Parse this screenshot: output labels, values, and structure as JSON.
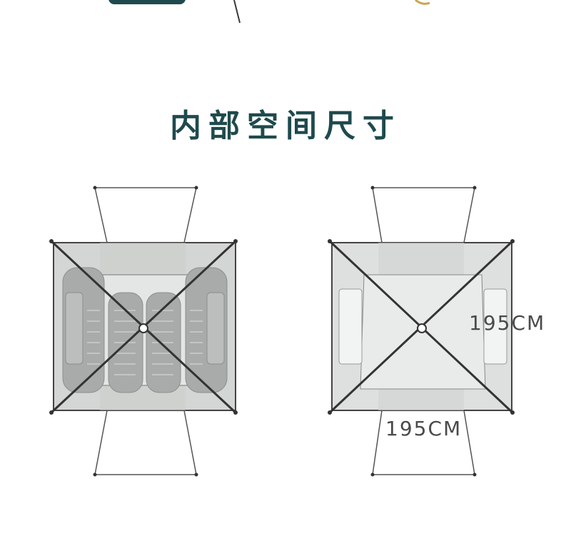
{
  "page": {
    "title": "内部空间尺寸"
  },
  "diagram": {
    "left_plan": {
      "sleeping_bags": 4,
      "description_icons": [
        "sleeping-pad-icon",
        "sleeping-pad-icon",
        "sleeping-pad-icon",
        "sleeping-pad-icon"
      ]
    },
    "right_plan": {
      "width_label": "195CM",
      "depth_label": "195CM"
    }
  },
  "colors": {
    "title": "#1f4a4d",
    "tent_floor": "#d4d6d5",
    "frame": "#333333",
    "pad": "#a9abab"
  }
}
